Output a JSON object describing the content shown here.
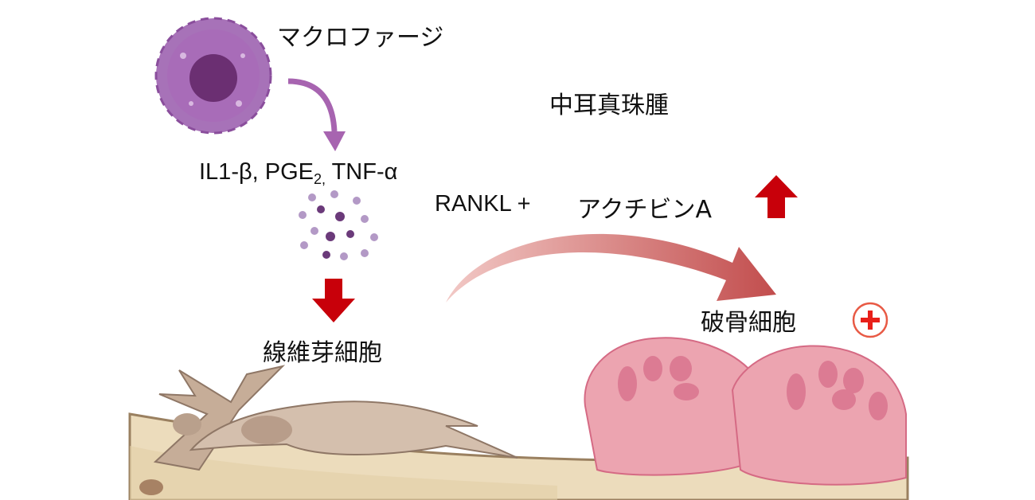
{
  "labels": {
    "macrophage": "マクロファージ",
    "cholesteatoma": "中耳真珠腫",
    "cytokines": {
      "il1b": "IL1-β, ",
      "pge": "PGE",
      "pge_sub": "2,",
      "tnf": " TNF-α"
    },
    "rankl": "RANKL +",
    "activin": "アクチビンA",
    "fibroblast": "線維芽細胞",
    "osteoclast": "破骨細胞"
  },
  "colors": {
    "macrophage": "#9b62ad",
    "arrow_red": "#c8000a",
    "curved_arrow": "#c9504f",
    "fibroblast": "#d2bba8",
    "osteoclast": "#eca4b0",
    "bone": "#ecdcbc"
  }
}
